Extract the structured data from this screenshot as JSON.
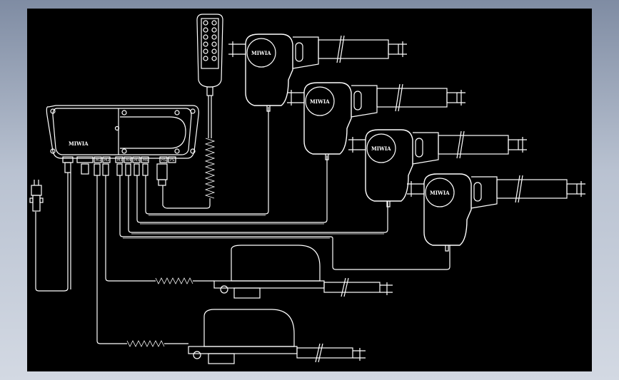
{
  "drawing": {
    "brand_logo": "MIWIA",
    "control_box_logo": "MIWIA",
    "port_labels": [
      "M1",
      "M2",
      "M3",
      "M4",
      "M5",
      "M6",
      "HS",
      "PS"
    ]
  }
}
